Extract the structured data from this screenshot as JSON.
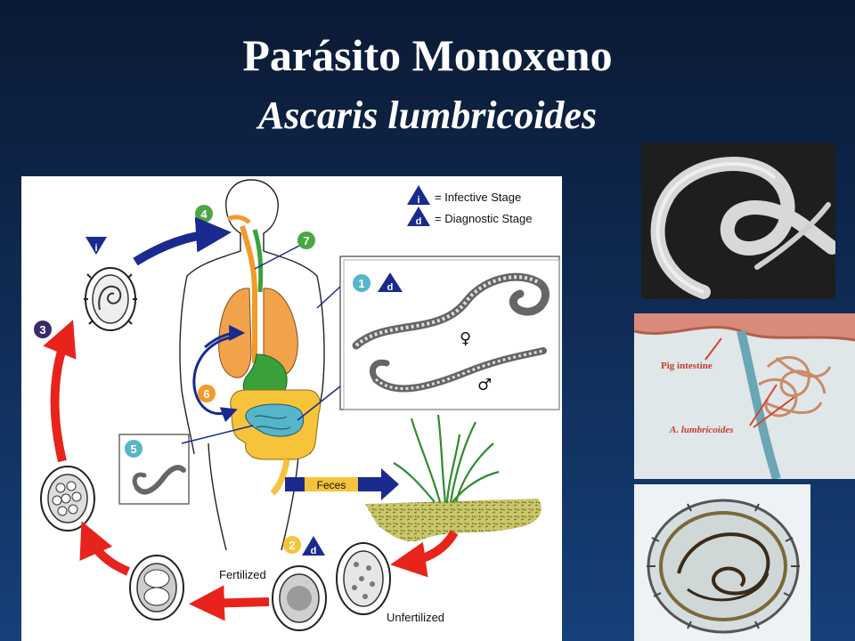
{
  "slide": {
    "title": "Parásito Monoxeno",
    "subtitle": "Ascaris lumbricoides"
  },
  "diagram": {
    "legend": {
      "infective_symbol": "i",
      "infective_label": "= Infective Stage",
      "diagnostic_symbol": "d",
      "diagnostic_label": "= Diagnostic Stage"
    },
    "steps": {
      "s1": "1",
      "s2": "2",
      "s3": "3",
      "s4": "4",
      "s5": "5",
      "s6": "6",
      "s7": "7"
    },
    "labels": {
      "feces": "Feces",
      "fertilized": "Fertilized",
      "unfertilized": "Unfertilized",
      "female_symbol": "♀",
      "male_symbol": "♂"
    }
  },
  "photos": {
    "intestine": {
      "label_pig": "Pig intestine",
      "label_worms": "A. lumbricoides"
    }
  },
  "colors": {
    "background_top": "#0b1a34",
    "background_bottom": "#16407a",
    "step_green": "#49a844",
    "step_orange": "#f39a2b",
    "step_purple": "#3b2a6b",
    "arrow_red": "#e8231c",
    "arrow_blue": "#1a2a8f",
    "lungs": "#f3a24c",
    "stomach": "#3aa13a",
    "intestine_large": "#f6c33a",
    "intestine_small": "#57b5c9"
  }
}
